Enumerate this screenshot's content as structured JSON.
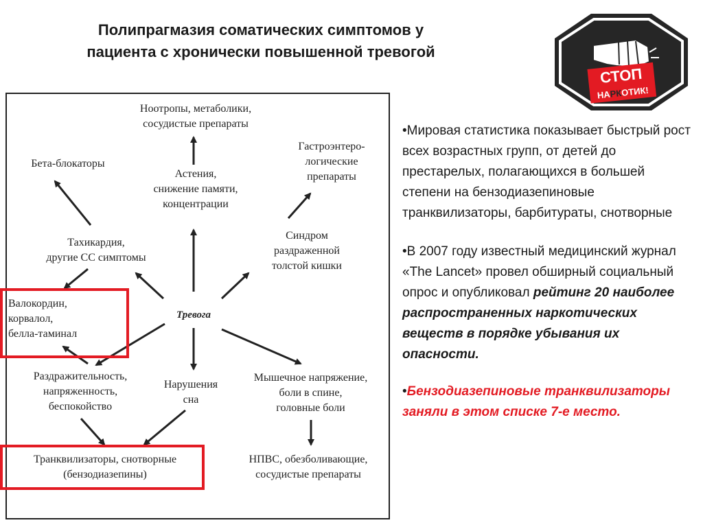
{
  "title": {
    "line1": "Полипрагмазия соматических симптомов у",
    "line2": "пациента с хронически повышенной тревогой"
  },
  "logo": {
    "icon": "fist-stop-sign-icon",
    "line1": "СТОП",
    "line2_a": "НА",
    "line2_b": "РК",
    "line2_c": "ОТИК!"
  },
  "diagram": {
    "center": "Тревога",
    "nootropics": [
      "Ноотропы, метаболики,",
      "сосудистые препараты"
    ],
    "asthenia": [
      "Астения,",
      "снижение памяти,",
      "концентрации"
    ],
    "beta": [
      "Бета-блокаторы"
    ],
    "tachy": [
      "Тахикардия,",
      "другие СС симптомы"
    ],
    "valokordin": [
      "Валокордин,",
      "корвалол,",
      "белла-таминал"
    ],
    "gastro": [
      "Гастроэнтеро-",
      "логические",
      "препараты"
    ],
    "syndrome": [
      "Синдром",
      "раздраженной",
      "толстой кишки"
    ],
    "irrit": [
      "Раздражительность,",
      "напряженность,",
      "беспокойство"
    ],
    "sleep": [
      "Нарушения",
      "сна"
    ],
    "muscle": [
      "Мышечное напряжение,",
      "боли в спине,",
      "головные боли"
    ],
    "tranq": [
      "Транквилизаторы, снотворные",
      "(бензодиазепины)"
    ],
    "nsaid": [
      "НПВС, обезболивающие,",
      "сосудистые препараты"
    ]
  },
  "text": {
    "p1": "•Мировая статистика показывает быстрый рост всех возрастных групп, от детей до престарелых, полагающихся в большей степени на бензодиазепиновые транквилизаторы, барбитураты, снотворные",
    "p2_plain": "•В 2007 году известный медицинский журнал «The Lancet» провел обширный социальный опрос и опубликовал ",
    "p2_bold": "рейтинг 20 наиболее распространенных наркотических веществ в порядке убывания их опасности.",
    "p3_bullet": "•",
    "p3_red": "Бензодиазепиновые транквилизаторы заняли в этом списке 7-е место."
  },
  "colors": {
    "accent": "#e31b23",
    "text": "#1a1a1a",
    "logo_dark": "#262626"
  }
}
